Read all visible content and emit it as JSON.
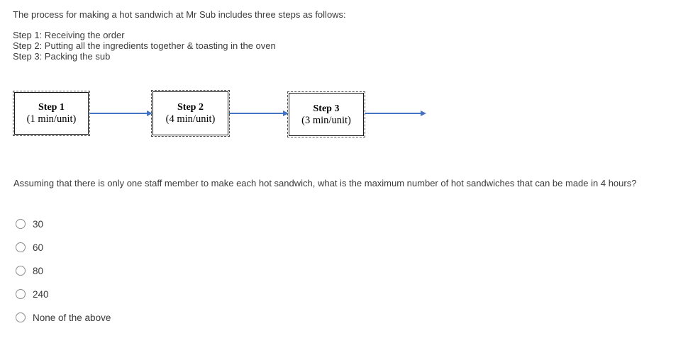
{
  "intro": {
    "title": "The process for making a hot sandwich at Mr Sub includes three steps as follows:",
    "steps": [
      "Step 1: Receiving the order",
      "Step 2: Putting all the ingredients together & toasting in the oven",
      "Step 3: Packing the sub"
    ]
  },
  "diagram": {
    "arrow_color": "#4472c4",
    "boxes": [
      {
        "title": "Step 1",
        "subtitle": "(1 min/unit)"
      },
      {
        "title": "Step 2",
        "subtitle": "(4 min/unit)"
      },
      {
        "title": "Step 3",
        "subtitle": "(3 min/unit)"
      }
    ]
  },
  "question": {
    "text": "Assuming that there is only one staff member to make each hot sandwich, what is the maximum number of hot sandwiches that can be made in 4 hours?",
    "options": [
      {
        "label": "30",
        "selected": false
      },
      {
        "label": "60",
        "selected": false
      },
      {
        "label": "80",
        "selected": false
      },
      {
        "label": "240",
        "selected": false
      },
      {
        "label": "None of the above",
        "selected": false
      }
    ]
  }
}
